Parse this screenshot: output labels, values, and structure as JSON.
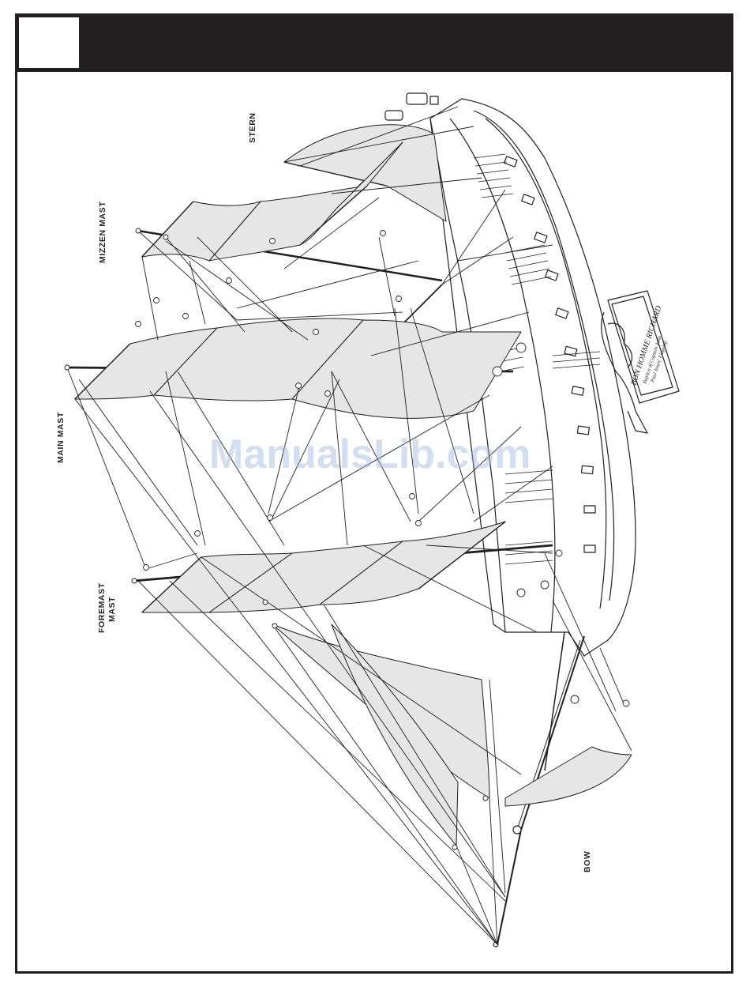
{
  "labels": {
    "stern": "STERN",
    "mizzen_mast": "MIZZEN MAST",
    "main_mast": "MAIN MAST",
    "foremast_line1": "FOREMAST",
    "foremast_line2": "MAST",
    "bow": "BOW"
  },
  "nameboard": {
    "line1": "BON HOMME RICHARD",
    "line2": "Replica of Captain John",
    "line3": "Paul Jones' Flagship"
  },
  "watermark": "ManualsLib.com",
  "colors": {
    "frame": "#231f20",
    "sail_fill": "#e6e6e6",
    "line": "#231f20",
    "watermark": "#9bb9e1"
  }
}
